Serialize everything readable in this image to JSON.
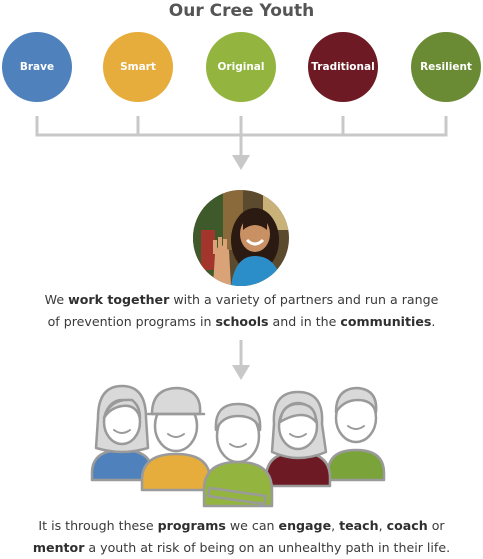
{
  "title": "Our Cree Youth",
  "traits": [
    {
      "label": "Brave",
      "color": "#4f81bd"
    },
    {
      "label": "Smart",
      "color": "#e6ac3c"
    },
    {
      "label": "Original",
      "color": "#93b53f"
    },
    {
      "label": "Traditional",
      "color": "#6e1a24"
    },
    {
      "label": "Resilient",
      "color": "#6a8b34"
    }
  ],
  "photo": {
    "icon": "smiling-girl-waving-photo"
  },
  "paragraph1": {
    "line1": {
      "t1": "We ",
      "b1": "work together",
      "t2": " with a variety of partners and run a range"
    },
    "line2": {
      "t1": "of prevention programs in ",
      "b1": "schools",
      "t2": " and in the ",
      "b2": "communities",
      "t3": "."
    }
  },
  "people_icon": "group-of-youth-icon",
  "paragraph2": {
    "line1": {
      "t1": "It is through these ",
      "b1": "programs",
      "t2": " we can ",
      "b2": "engage",
      "t3": ", ",
      "b3": "teach",
      "t4": ", ",
      "b4": "coach",
      "t5": " or"
    },
    "line2": {
      "b1": "mentor",
      "t1": " a youth at risk of being on an unhealthy path in their life."
    }
  },
  "colors": {
    "connector": "#c8c8c8",
    "text": "#3a3a3a"
  }
}
